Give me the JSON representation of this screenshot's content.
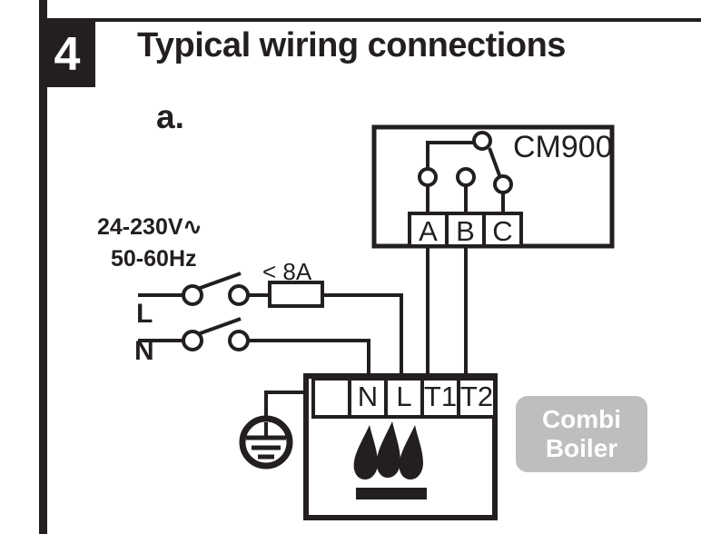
{
  "section": {
    "number": "4",
    "title": "Typical wiring connections",
    "sub_label": "a."
  },
  "colors": {
    "ink": "#231f20",
    "badge_background": "#bcbec0",
    "badge_text": "#ffffff",
    "page_background": "#ffffff"
  },
  "thermostat": {
    "device_label": "CM900",
    "terminals": [
      {
        "id": "A",
        "label": "A"
      },
      {
        "id": "B",
        "label": "B"
      },
      {
        "id": "C",
        "label": "C"
      }
    ],
    "contact_note": "changeover switch: common pole links A, movable blade rests toward C"
  },
  "supply": {
    "voltage_label": "24-230V",
    "ac_symbol": "∿",
    "frequency_label": "50-60Hz",
    "fuse_rating": "< 8A",
    "conductors": [
      {
        "id": "L",
        "label": "L"
      },
      {
        "id": "N",
        "label": "N"
      }
    ]
  },
  "boiler": {
    "badge_line1": "Combi",
    "badge_line2": "Boiler",
    "terminals": [
      {
        "id": "earth",
        "label": ""
      },
      {
        "id": "N",
        "label": "N"
      },
      {
        "id": "L",
        "label": "L"
      },
      {
        "id": "T1",
        "label": "T1"
      },
      {
        "id": "T2",
        "label": "T2"
      }
    ],
    "icon": "flame-icon",
    "earth_symbol": "earth-ground-icon"
  },
  "wiring": [
    {
      "from": "supply.L",
      "to": "boiler.L",
      "through": "fuse"
    },
    {
      "from": "supply.N",
      "to": "boiler.N",
      "through": ""
    },
    {
      "from": "thermostat.A",
      "to": "boiler.T1",
      "through": ""
    },
    {
      "from": "thermostat.B",
      "to": "boiler.T2",
      "through": ""
    },
    {
      "from": "earth",
      "to": "boiler.earth",
      "through": ""
    }
  ]
}
